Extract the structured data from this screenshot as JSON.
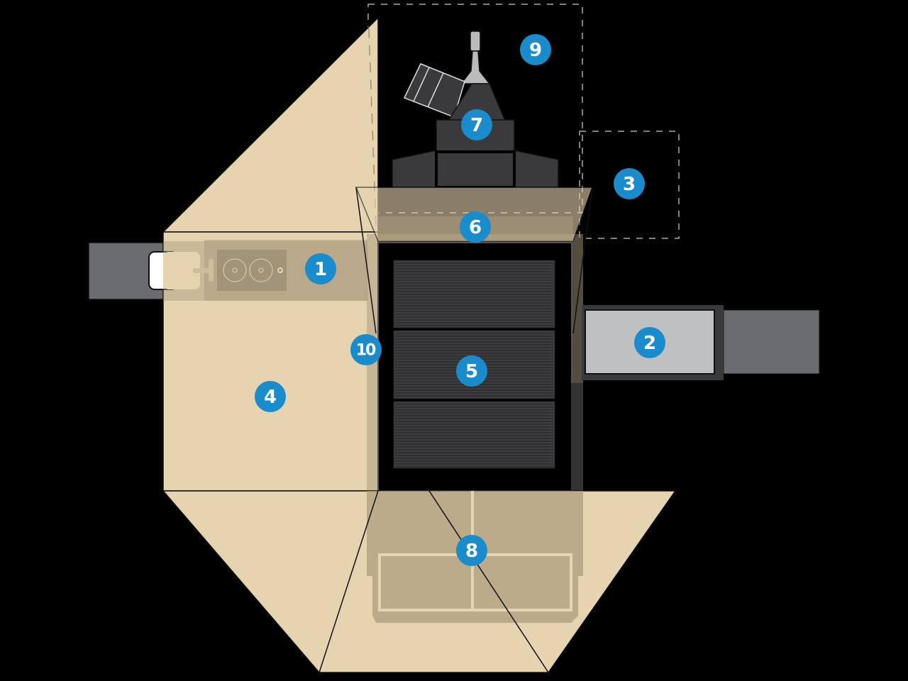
{
  "colors": {
    "background": "#000000",
    "awning": "#e6d3b0",
    "overlay": "#a89a7c",
    "vehicle_dark": "#3a3a3d",
    "slide_gray": "#6b6c70",
    "slide_light": "#bfc0c2",
    "marker": "#1a8ccc",
    "marker_text": "#ffffff"
  },
  "markers": [
    {
      "id": "1",
      "label": "1",
      "icon": "kitchen-slide"
    },
    {
      "id": "2",
      "label": "2",
      "icon": "side-drawer"
    },
    {
      "id": "3",
      "label": "3",
      "icon": "dashed-zone"
    },
    {
      "id": "4",
      "label": "4",
      "icon": "side-awning"
    },
    {
      "id": "5",
      "label": "5",
      "icon": "bed-cover"
    },
    {
      "id": "6",
      "label": "6",
      "icon": "front-overlay"
    },
    {
      "id": "7",
      "label": "7",
      "icon": "cab-roof"
    },
    {
      "id": "8",
      "label": "8",
      "icon": "rear-awning"
    },
    {
      "id": "9",
      "label": "9",
      "icon": "dashed-zone"
    },
    {
      "id": "10",
      "label": "10",
      "icon": "side-wall"
    }
  ]
}
